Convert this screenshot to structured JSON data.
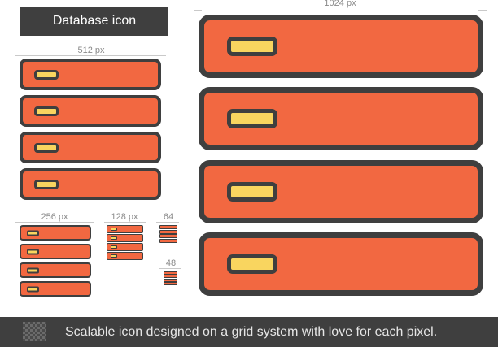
{
  "title": "Database icon",
  "sizes": {
    "s1024": "1024 px",
    "s512": "512 px",
    "s256": "256 px",
    "s128": "128 px",
    "s64": "64",
    "s48": "48"
  },
  "footer": {
    "text": "Scalable icon designed on a grid system with love for each pixel.",
    "icon": "grid-icon"
  },
  "icons": [
    {
      "size_label_key": "s1024",
      "icon": "database-icon"
    },
    {
      "size_label_key": "s512",
      "icon": "database-icon"
    },
    {
      "size_label_key": "s256",
      "icon": "database-icon"
    },
    {
      "size_label_key": "s128",
      "icon": "database-icon"
    },
    {
      "size_label_key": "s64",
      "icon": "database-icon"
    },
    {
      "size_label_key": "s48",
      "icon": "database-icon"
    }
  ],
  "colors": {
    "slab": "#f26841",
    "outline": "#3f3f3f",
    "led": "#f9d55f",
    "banner": "#3f3f3f"
  }
}
